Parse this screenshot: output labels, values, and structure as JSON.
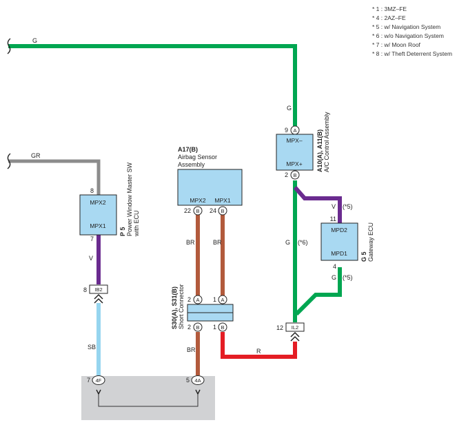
{
  "notes": [
    "* 1 : 3MZ–FE",
    "* 4 : 2AZ–FE",
    "* 5 : w/ Navigation System",
    "* 6 : w/o Navigation System",
    "* 7 : w/ Moon Roof",
    "* 8 : w/ Theft Deterrent System"
  ],
  "colors": {
    "G": "#00a651",
    "GR": "#8c8c8c",
    "V": "#6a2b8f",
    "SB": "#96d5ef",
    "BR": "#b25a3c",
    "R": "#e41d24",
    "ecu_fill": "#a9d9f2",
    "junction_fill": "#d1d2d4"
  },
  "wires": {
    "g_top": "G",
    "gr_top": "GR",
    "g_a10": "G",
    "v_p5": "V",
    "sb": "SB",
    "br_left": "BR",
    "br_right": "BR",
    "br_bottom": "BR",
    "r": "R",
    "v_g5": "V",
    "v_g5_cond": "(*5)",
    "g_mid": "G",
    "g_mid_cond": "(*6)",
    "g_g5": "G",
    "g_g5_cond": "(*5)"
  },
  "p5": {
    "code": "P 5",
    "name_line1": "Power Window Master SW",
    "name_line2": "with ECU",
    "pin_top": "8",
    "pin_bottom": "7",
    "term_top": "MPX2",
    "term_bottom": "MPX1"
  },
  "a17": {
    "code": "A17(B)",
    "name_line1": "Airbag Sensor",
    "name_line2": "Assembly",
    "term_left": "MPX2",
    "term_right": "MPX1",
    "pin_left": "22",
    "pin_right": "24",
    "conn_left": "B",
    "conn_right": "B"
  },
  "a10": {
    "code": "A10(A), A11(B)",
    "name": "A/C Control Assembly",
    "pin_top": "9",
    "pin_bottom": "2",
    "conn_top": "A",
    "conn_bottom": "B",
    "term_top": "MPX–",
    "term_bottom": "MPX+"
  },
  "g5": {
    "code": "G 5",
    "name": "Gateway ECU",
    "pin_top": "11",
    "pin_bottom": "4",
    "term_top": "MPD2",
    "term_bottom": "MPD1"
  },
  "s30": {
    "code": "S30(A), S31(B)",
    "name": "Short Connector",
    "pin_a_left": "2",
    "pin_a_right": "1",
    "conn_a_left": "A",
    "conn_a_right": "A",
    "pin_b_left": "2",
    "pin_b_right": "1",
    "conn_b_left": "B",
    "conn_b_right": "B"
  },
  "ib2": {
    "label": "IB2",
    "pin": "8"
  },
  "il2": {
    "label": "IL2",
    "pin": "12"
  },
  "j4f": {
    "label": "4F",
    "pin": "7"
  },
  "j4a": {
    "label": "4A",
    "pin": "5"
  }
}
